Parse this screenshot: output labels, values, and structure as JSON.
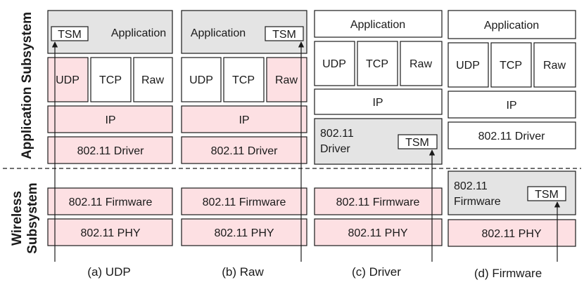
{
  "side_labels": {
    "application": "Application Subsystem",
    "wireless_line1": "Wireless",
    "wireless_line2": "Subsystem"
  },
  "captions": {
    "a": "(a) UDP",
    "b": "(b) Raw",
    "c": "(c) Driver",
    "d": "(d) Firmware"
  },
  "labels": {
    "tsm": "TSM",
    "application": "Application",
    "udp": "UDP",
    "tcp": "TCP",
    "raw": "Raw",
    "ip": "IP",
    "driver": "802.11 Driver",
    "firmware": "802.11 Firmware",
    "phy": "802.11 PHY",
    "driver_line1": "802.11",
    "driver_line2": "Driver",
    "firmware_line1": "802.11",
    "firmware_line2": "Firmware"
  },
  "colors": {
    "highlight_pink": "#fde0e3",
    "tsm_gray": "#e4e4e4",
    "stroke": "#1a1a1a"
  }
}
